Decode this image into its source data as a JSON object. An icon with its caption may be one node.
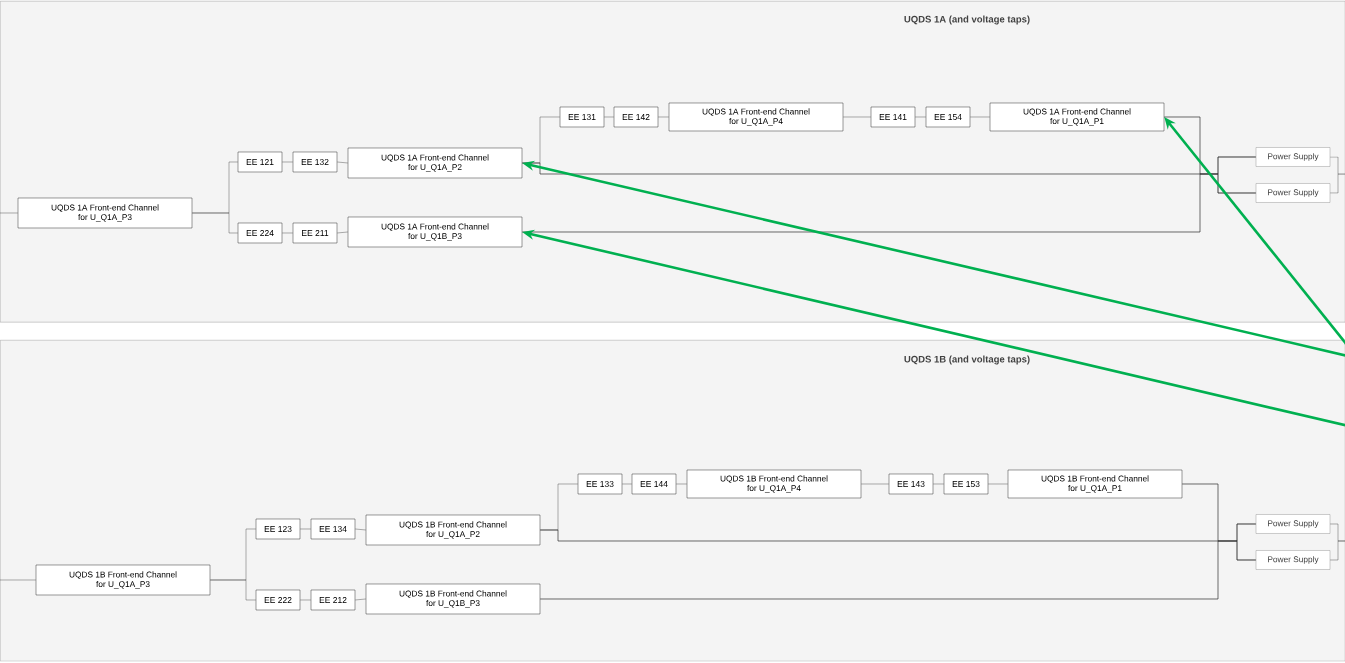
{
  "diagram": {
    "nodes": [
      {
        "text": [
          "UQDS 1A (and voltage taps)"
        ]
      },
      {
        "text": [
          "UQDS 1A Front-end Channel for U_Q1A_P3"
        ],
        "in": 0
      },
      {
        "text": [
          "EE 121"
        ],
        "in": 0
      },
      {
        "text": [
          "EE 132"
        ],
        "in": 0
      },
      {
        "text": [
          "UQDS 1A Front-end Channel for U_Q1A_P2"
        ],
        "in": 0
      },
      {
        "text": [
          "EE 224"
        ],
        "in": 0
      },
      {
        "text": [
          "EE 211"
        ],
        "in": 0
      },
      {
        "text": [
          "UQDS 1A Front-end Channel for U_Q1B_P3"
        ],
        "in": 0
      },
      {
        "text": [
          "EE 131"
        ],
        "in": 0
      },
      {
        "text": [
          "EE 142"
        ],
        "in": 0
      },
      {
        "text": [
          "UQDS 1A Front-end Channel for U_Q1A_P4"
        ],
        "in": 0
      },
      {
        "text": [
          "EE 141"
        ],
        "in": 0
      },
      {
        "text": [
          "EE 154"
        ],
        "in": 0
      },
      {
        "text": [
          "UQDS 1A Front-end Channel for U_Q1A_P1"
        ],
        "in": 0
      },
      {
        "text": [
          "Power Supply"
        ],
        "in": 0
      },
      {
        "text": [
          "Power Supply"
        ],
        "in": 0
      },
      {
        "text": [
          "UQDS 1B (and voltage taps)"
        ]
      },
      {
        "text": [
          "UQDS 1B Front-end Channel for U_Q1A_P3"
        ],
        "in": 16
      },
      {
        "text": [
          "EE 123"
        ],
        "in": 16
      },
      {
        "text": [
          "EE 134"
        ],
        "in": 16
      },
      {
        "text": [
          "UQDS 1B Front-end Channel for U_Q1A_P2"
        ],
        "in": 16
      },
      {
        "text": [
          "EE 222"
        ],
        "in": 16
      },
      {
        "text": [
          "EE 212"
        ],
        "in": 16
      },
      {
        "text": [
          "UQDS 1B Front-end Channel for U_Q1B_P3"
        ],
        "in": 16
      },
      {
        "text": [
          "EE 133"
        ],
        "in": 16
      },
      {
        "text": [
          "EE 144"
        ],
        "in": 16
      },
      {
        "text": [
          "UQDS 1B Front-end Channel for U_Q1A_P4"
        ],
        "in": 16
      },
      {
        "text": [
          "EE 143"
        ],
        "in": 16
      },
      {
        "text": [
          "EE 153"
        ],
        "in": 16
      },
      {
        "text": [
          "UQDS 1B Front-end Channel for U_Q1A_P1"
        ],
        "in": 16
      },
      {
        "text": [
          "Power Supply"
        ],
        "in": 16
      },
      {
        "text": [
          "Power Supply"
        ],
        "in": 16
      }
    ],
    "edges": [
      {
        "from": null,
        "to": 1,
        "arrow": "none"
      },
      {
        "from": 1,
        "to": 2,
        "arrow": "none"
      },
      {
        "from": 1,
        "to": 5,
        "arrow": "none"
      },
      {
        "from": 2,
        "to": 3,
        "arrow": "none"
      },
      {
        "from": 3,
        "to": 4,
        "arrow": "none"
      },
      {
        "from": 5,
        "to": 6,
        "arrow": "none"
      },
      {
        "from": 6,
        "to": 7,
        "arrow": "none"
      },
      {
        "from": 4,
        "to": 8,
        "arrow": "none"
      },
      {
        "from": 8,
        "to": 9,
        "arrow": "none"
      },
      {
        "from": 9,
        "to": 10,
        "arrow": "none"
      },
      {
        "from": 10,
        "to": 11,
        "arrow": "none"
      },
      {
        "from": 11,
        "to": 12,
        "arrow": "none"
      },
      {
        "from": 12,
        "to": 13,
        "arrow": "none"
      },
      {
        "from": 4,
        "to": 14,
        "arrow": "none"
      },
      {
        "from": 4,
        "to": 15,
        "arrow": "none"
      },
      {
        "from": 13,
        "to": 14,
        "arrow": "none"
      },
      {
        "from": 13,
        "to": 15,
        "arrow": "none"
      },
      {
        "from": 7,
        "to": 14,
        "arrow": "none"
      },
      {
        "from": 7,
        "to": 15,
        "arrow": "none"
      },
      {
        "from": 14,
        "to": null,
        "arrow": "none"
      },
      {
        "from": 15,
        "to": null,
        "arrow": "none"
      },
      {
        "from": null,
        "to": 17,
        "arrow": "none"
      },
      {
        "from": 17,
        "to": 18,
        "arrow": "none"
      },
      {
        "from": 17,
        "to": 21,
        "arrow": "none"
      },
      {
        "from": 18,
        "to": 19,
        "arrow": "none"
      },
      {
        "from": 19,
        "to": 20,
        "arrow": "none"
      },
      {
        "from": 21,
        "to": 22,
        "arrow": "none"
      },
      {
        "from": 22,
        "to": 23,
        "arrow": "none"
      },
      {
        "from": 20,
        "to": 24,
        "arrow": "none"
      },
      {
        "from": 24,
        "to": 25,
        "arrow": "none"
      },
      {
        "from": 25,
        "to": 26,
        "arrow": "none"
      },
      {
        "from": 26,
        "to": 27,
        "arrow": "none"
      },
      {
        "from": 27,
        "to": 28,
        "arrow": "none"
      },
      {
        "from": 28,
        "to": 29,
        "arrow": "none"
      },
      {
        "from": 20,
        "to": 30,
        "arrow": "none"
      },
      {
        "from": 20,
        "to": 31,
        "arrow": "none"
      },
      {
        "from": 29,
        "to": 30,
        "arrow": "none"
      },
      {
        "from": 29,
        "to": 31,
        "arrow": "none"
      },
      {
        "from": 23,
        "to": 30,
        "arrow": "none"
      },
      {
        "from": 23,
        "to": 31,
        "arrow": "none"
      },
      {
        "from": 30,
        "to": null,
        "arrow": "none"
      },
      {
        "from": 31,
        "to": null,
        "arrow": "none"
      },
      {
        "from": null,
        "to": 4,
        "arrow": "to",
        "style": "thick",
        "color": "#00b050"
      },
      {
        "from": null,
        "to": 7,
        "arrow": "to",
        "style": "thick",
        "color": "#00b050"
      },
      {
        "from": null,
        "to": 13,
        "arrow": "to",
        "style": "thick",
        "color": "#00b050"
      }
    ]
  }
}
